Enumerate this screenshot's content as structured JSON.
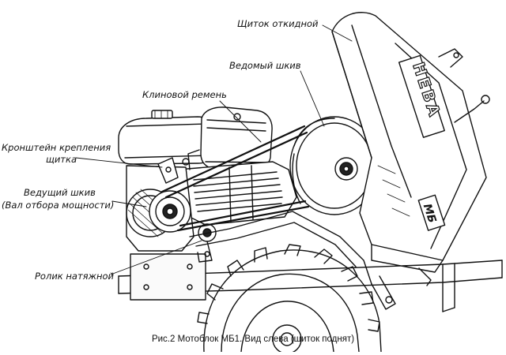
{
  "labels": {
    "shield": "Щиток откидной",
    "driven_pulley": "Ведомый шкив",
    "v_belt": "Клиновой ремень",
    "bracket_line1": "Кронштейн крепления",
    "bracket_line2": "щитка",
    "drive_pulley_line1": "Ведущий шкив",
    "drive_pulley_line2": "(Вал отбора мощности)",
    "tension_roller": "Ролик натяжной"
  },
  "brand": {
    "name": "НЕВА",
    "model": "МБ"
  },
  "caption": "Рис.2 Мотоблок МБ1. Вид слева (щиток поднят)"
}
